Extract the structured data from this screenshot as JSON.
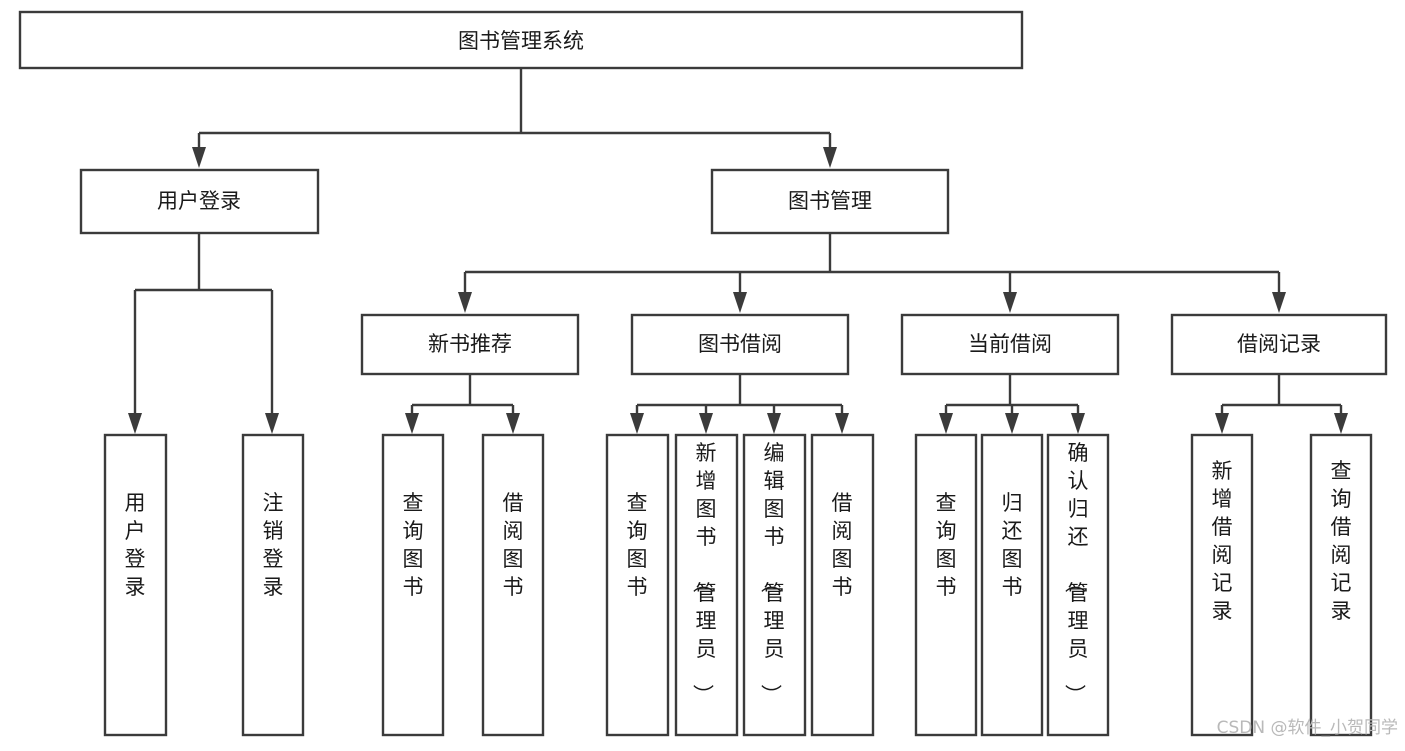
{
  "diagram": {
    "type": "tree-hierarchy",
    "title": "图书管理系统",
    "watermark": "CSDN @软件_小贺同学",
    "colors": {
      "box_stroke": "#3b3b3b",
      "box_fill": "#ffffff",
      "text": "#1a1a1a",
      "watermark": "#b9b9b9",
      "background": "#ffffff"
    },
    "levels": {
      "root": {
        "label": "图书管理系统"
      },
      "level2": [
        {
          "id": "user-login",
          "label": "用户登录"
        },
        {
          "id": "book-manage",
          "label": "图书管理"
        }
      ],
      "level3": [
        {
          "id": "new-book-rec",
          "label": "新书推荐",
          "parent": "book-manage"
        },
        {
          "id": "book-borrow",
          "label": "图书借阅",
          "parent": "book-manage"
        },
        {
          "id": "current-borrow",
          "label": "当前借阅",
          "parent": "book-manage"
        },
        {
          "id": "borrow-record",
          "label": "借阅记录",
          "parent": "book-manage"
        }
      ],
      "leaves": [
        {
          "id": "leaf-user-login",
          "label": "用户登录",
          "parent": "user-login"
        },
        {
          "id": "leaf-logout",
          "label": "注销登录",
          "parent": "user-login"
        },
        {
          "id": "leaf-query-book-1",
          "label": "查询图书",
          "parent": "new-book-rec"
        },
        {
          "id": "leaf-borrow-book-1",
          "label": "借阅图书",
          "parent": "new-book-rec"
        },
        {
          "id": "leaf-query-book-2",
          "label": "查询图书",
          "parent": "book-borrow"
        },
        {
          "id": "leaf-add-book",
          "label": "新增图书（管理员）",
          "parent": "book-borrow"
        },
        {
          "id": "leaf-edit-book",
          "label": "编辑图书（管理员）",
          "parent": "book-borrow"
        },
        {
          "id": "leaf-borrow-book-2",
          "label": "借阅图书",
          "parent": "book-borrow"
        },
        {
          "id": "leaf-query-book-3",
          "label": "查询图书",
          "parent": "current-borrow"
        },
        {
          "id": "leaf-return-book",
          "label": "归还图书",
          "parent": "current-borrow"
        },
        {
          "id": "leaf-confirm-return",
          "label": "确认归还（管理员）",
          "parent": "current-borrow"
        },
        {
          "id": "leaf-add-record",
          "label": "新增借阅记录",
          "parent": "borrow-record"
        },
        {
          "id": "leaf-query-record",
          "label": "查询借阅记录",
          "parent": "borrow-record"
        }
      ]
    }
  }
}
